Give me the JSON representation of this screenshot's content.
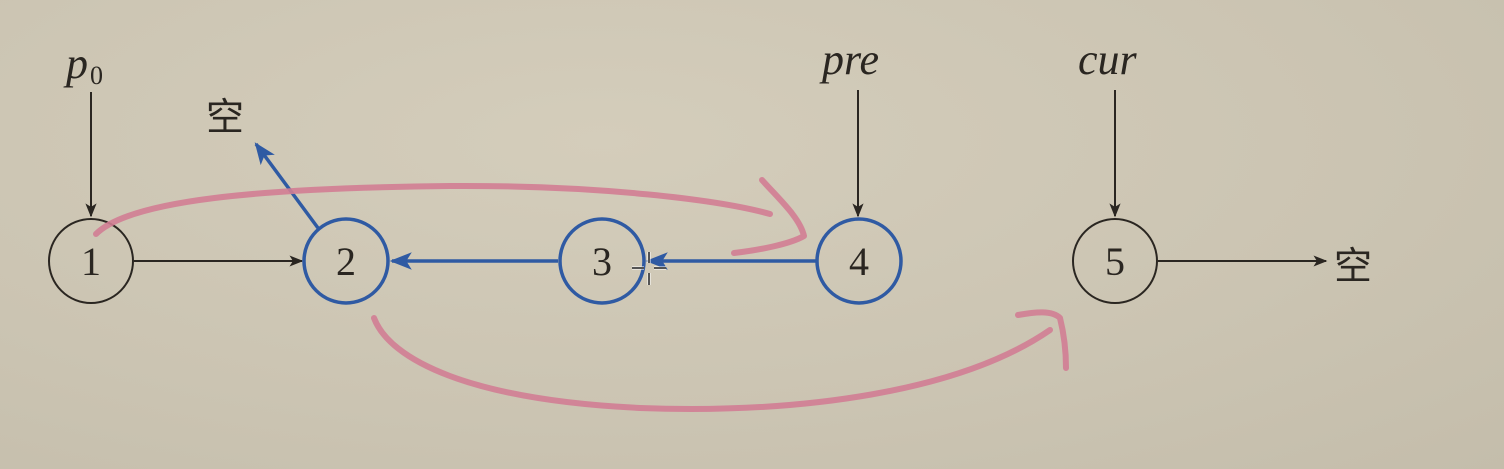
{
  "pointers": {
    "p0": {
      "base": "p",
      "sub": "0"
    },
    "pre": "pre",
    "cur": "cur"
  },
  "nodes": [
    {
      "id": "node-1",
      "label": "1"
    },
    {
      "id": "node-2",
      "label": "2"
    },
    {
      "id": "node-3",
      "label": "3"
    },
    {
      "id": "node-4",
      "label": "4"
    },
    {
      "id": "node-5",
      "label": "5"
    }
  ],
  "null_labels": {
    "top": "空",
    "right": "空"
  },
  "colors": {
    "ink": "#2a2621",
    "blue": "#2f5aa3",
    "pink": "#d27d93"
  }
}
